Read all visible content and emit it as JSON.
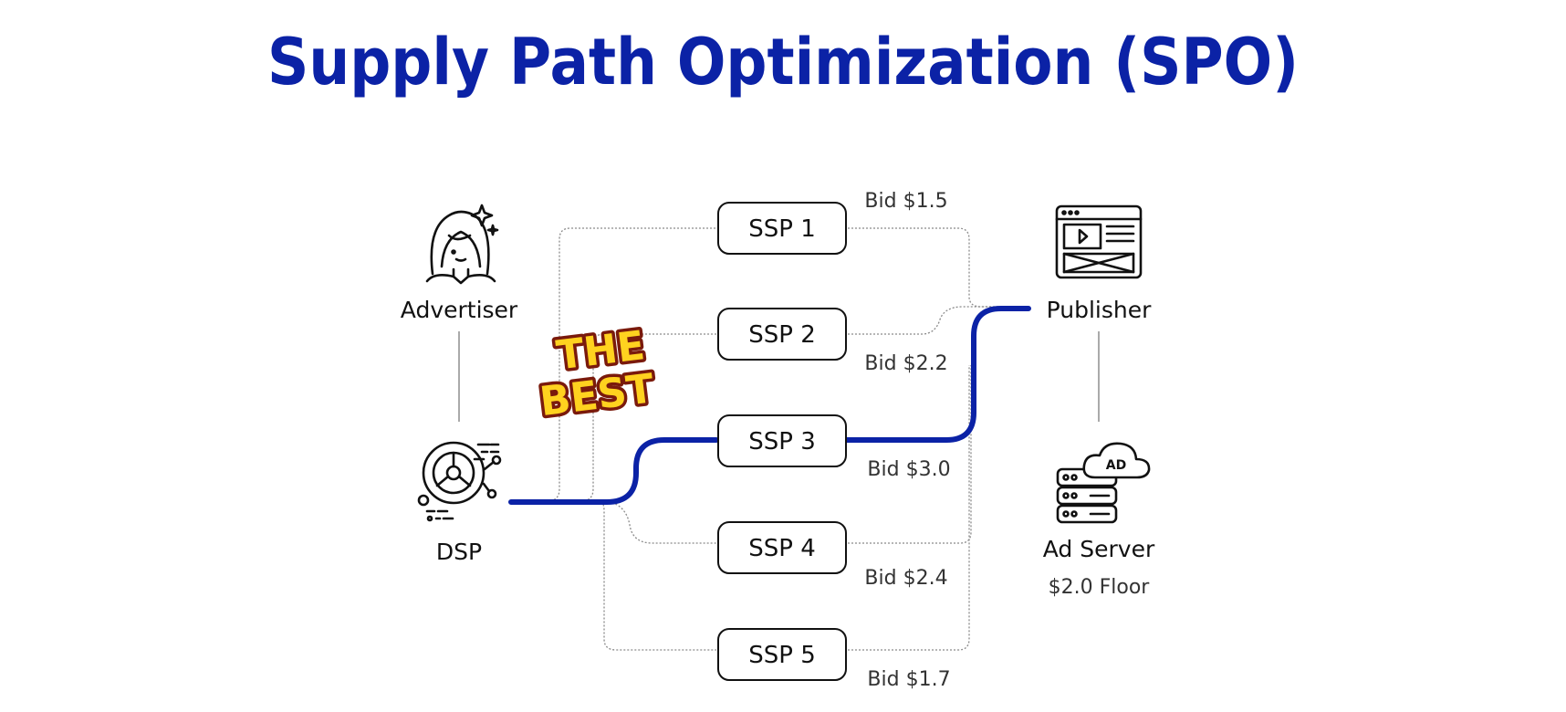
{
  "title": "Supply Path Optimization (SPO)",
  "colors": {
    "title": "#0b22a6",
    "best_path": "#0b22a6",
    "badge_fill": "#ffd21f",
    "badge_outline": "#7a1a0c"
  },
  "nodes": {
    "advertiser": {
      "label": "Advertiser",
      "icon": "woman-avatar-icon"
    },
    "dsp": {
      "label": "DSP",
      "icon": "dsp-wheel-icon"
    },
    "publisher": {
      "label": "Publisher",
      "icon": "browser-window-icon"
    },
    "ad_server": {
      "label": "Ad Server",
      "sub": "$2.0 Floor",
      "icon": "ad-server-cloud-icon"
    }
  },
  "ssps": [
    {
      "label": "SSP 1",
      "bid": "Bid $1.5"
    },
    {
      "label": "SSP 2",
      "bid": "Bid $2.2"
    },
    {
      "label": "SSP 3",
      "bid": "Bid $3.0"
    },
    {
      "label": "SSP 4",
      "bid": "Bid $2.4"
    },
    {
      "label": "SSP 5",
      "bid": "Bid $1.7"
    }
  ],
  "best_path_ssp": "SSP 3",
  "badge": {
    "line1": "THE",
    "line2": "BEST"
  }
}
